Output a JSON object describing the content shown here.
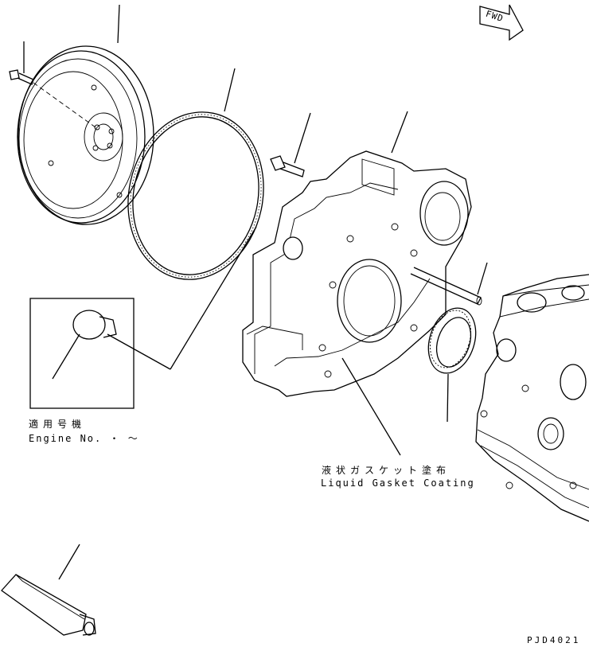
{
  "labels": {
    "applicable_model_jp": "適用号機",
    "engine_no": "Engine No.  ・  〜",
    "gasket_jp": "液状ガスケット塗布",
    "gasket_en": "Liquid Gasket Coating",
    "fwd": "FWD",
    "drawing_code": "PJD4021"
  }
}
